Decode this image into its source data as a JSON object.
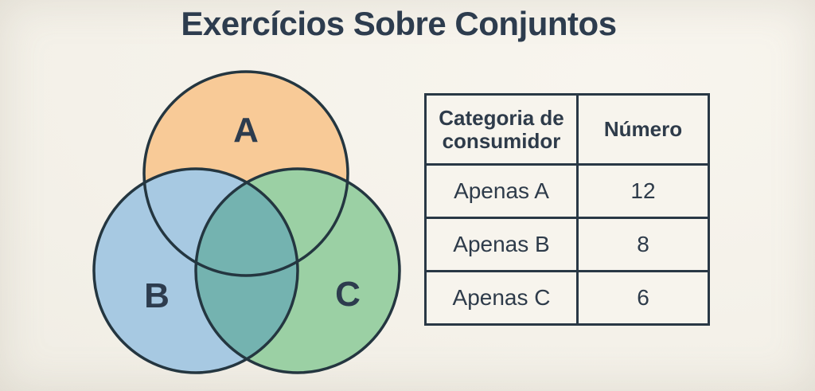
{
  "title": "Exercícios Sobre Conjuntos",
  "venn": {
    "sets": [
      {
        "label": "A",
        "color": "#F8CA97"
      },
      {
        "label": "B",
        "color": "#A7C9E2"
      },
      {
        "label": "C",
        "color": "#9BD0A4"
      }
    ],
    "overlap_bc_color": "#74B3B0",
    "outline_color": "#243640",
    "label_color": "#2d3c4e"
  },
  "table": {
    "headers": [
      "Categoria de consumidor",
      "Número"
    ],
    "rows": [
      {
        "category": "Apenas A",
        "number": "12"
      },
      {
        "category": "Apenas B",
        "number": "8"
      },
      {
        "category": "Apenas C",
        "number": "6"
      }
    ]
  },
  "colors": {
    "background": "#f4f1e9",
    "text": "#2d3c4e",
    "border": "#293845"
  }
}
